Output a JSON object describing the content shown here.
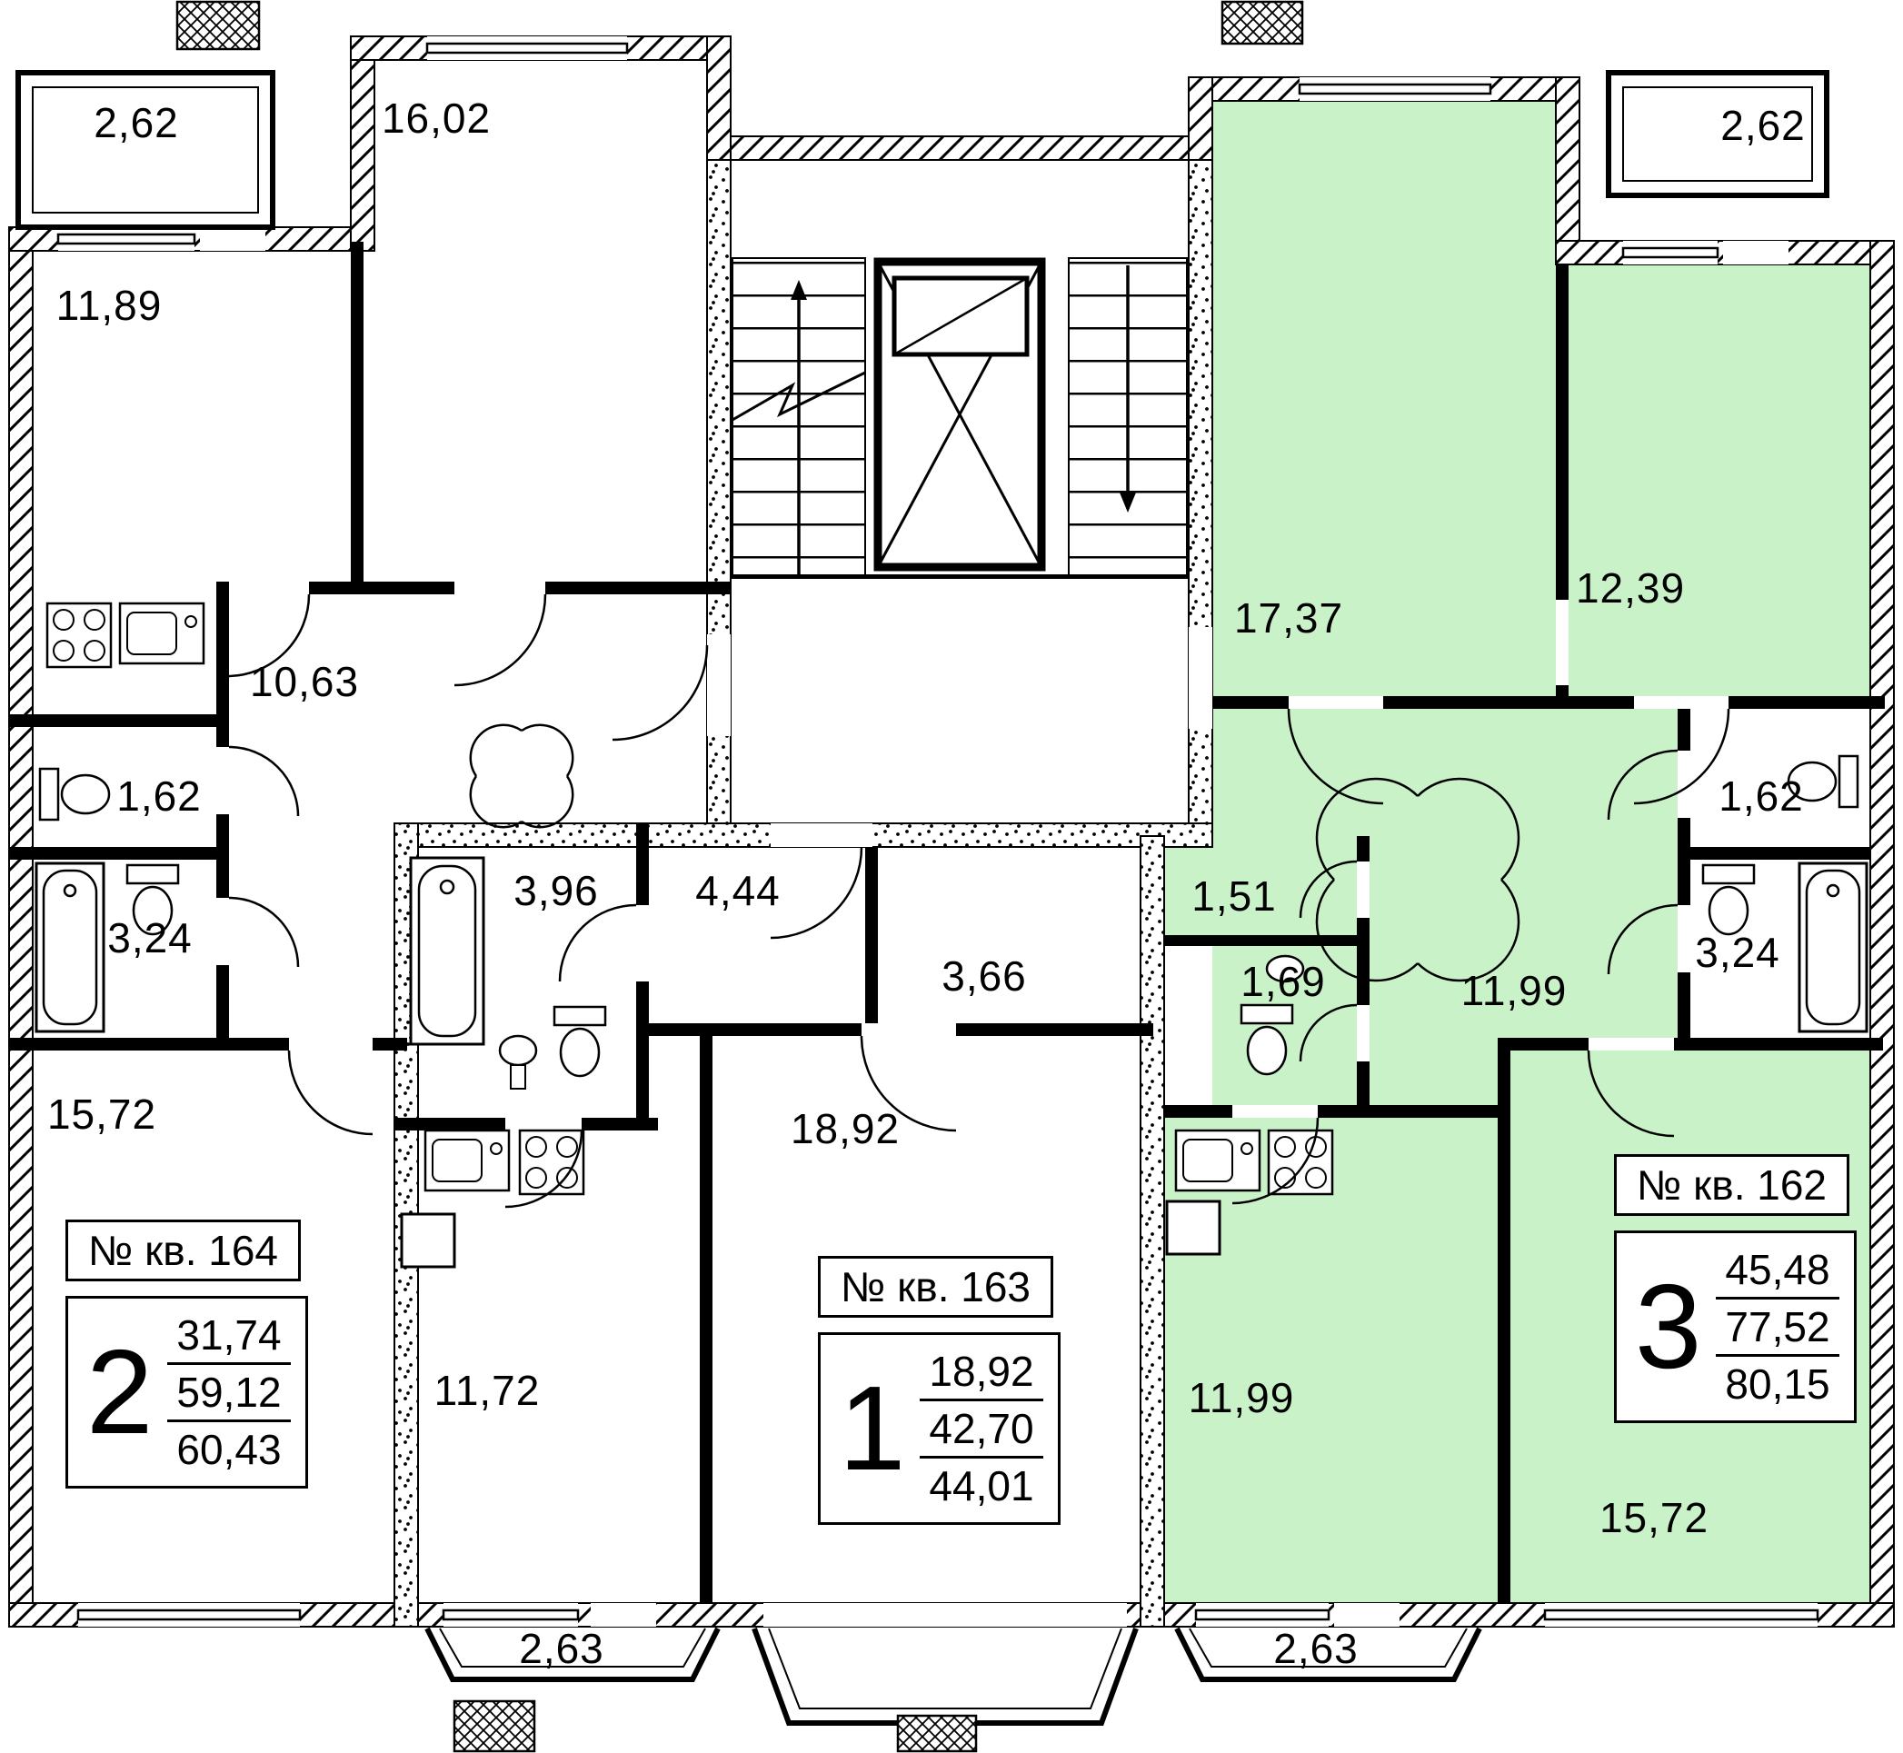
{
  "plan": {
    "background": "#ffffff",
    "wall_color": "#000000",
    "highlight_color": "#c9f2c9"
  },
  "room_labels": [
    {
      "id": "balcony-top-left",
      "value": "2,62"
    },
    {
      "id": "kitchen-164",
      "value": "11,89"
    },
    {
      "id": "living-164-a",
      "value": "16,02"
    },
    {
      "id": "hall-164",
      "value": "10,63"
    },
    {
      "id": "wc-164",
      "value": "1,62"
    },
    {
      "id": "bath-164",
      "value": "3,24"
    },
    {
      "id": "living-164-b",
      "value": "15,72"
    },
    {
      "id": "bath-163",
      "value": "3,96"
    },
    {
      "id": "hall-163",
      "value": "4,44"
    },
    {
      "id": "corridor-163",
      "value": "3,66"
    },
    {
      "id": "living-163",
      "value": "18,92"
    },
    {
      "id": "kitchen-163",
      "value": "11,72"
    },
    {
      "id": "balcony-163",
      "value": "2,63"
    },
    {
      "id": "living-162-a",
      "value": "17,37"
    },
    {
      "id": "living-162-b",
      "value": "12,39"
    },
    {
      "id": "balcony-top-right",
      "value": "2,62"
    },
    {
      "id": "storage-162",
      "value": "1,51"
    },
    {
      "id": "wc2-162",
      "value": "1,69"
    },
    {
      "id": "hall-162",
      "value": "11,99"
    },
    {
      "id": "wc-162",
      "value": "1,62"
    },
    {
      "id": "bath-162",
      "value": "3,24"
    },
    {
      "id": "kitchen-162",
      "value": "11,99"
    },
    {
      "id": "balcony-162",
      "value": "2,63"
    },
    {
      "id": "living-162-c",
      "value": "15,72"
    }
  ],
  "apartments": [
    {
      "header": "№ кв. 164",
      "rooms": "2",
      "living_area": "31,74",
      "apartment_area": "59,12",
      "total_area": "60,43"
    },
    {
      "header": "№ кв. 163",
      "rooms": "1",
      "living_area": "18,92",
      "apartment_area": "42,70",
      "total_area": "44,01"
    },
    {
      "header": "№ кв. 162",
      "rooms": "3",
      "living_area": "45,48",
      "apartment_area": "77,52",
      "total_area": "80,15"
    }
  ]
}
